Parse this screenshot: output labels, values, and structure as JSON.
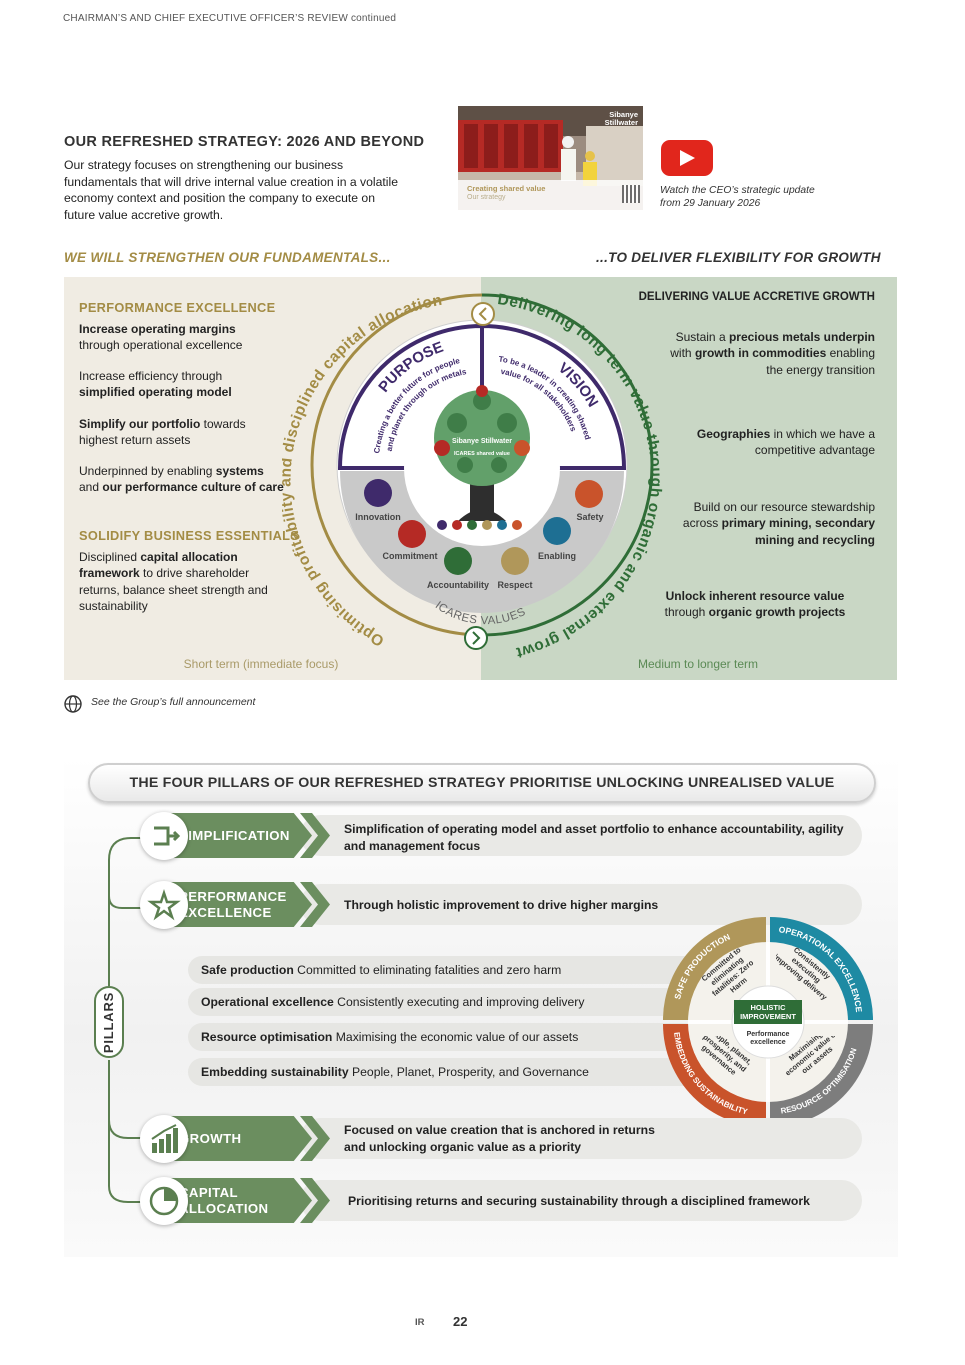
{
  "running_head": "CHAIRMAN’S AND CHIEF EXECUTIVE OFFICER’S REVIEW continued",
  "strategy": {
    "title": "OUR REFRESHED STRATEGY: 2026 AND BEYOND",
    "intro": "Our strategy focuses on strengthening our business fundamentals that will drive internal value creation in a volatile economy context and position the company to execute on future value accretive growth."
  },
  "video": {
    "brand": "Sibanye Stillwater",
    "caption_title": "Creating shared value",
    "caption_sub": "Our strategy",
    "watch_text": "Watch the CEO’s strategic update from 29 January 2026",
    "play_icon": "youtube-play-icon"
  },
  "headings": {
    "left": "WE WILL STRENGTHEN OUR FUNDAMENTALS...",
    "right": "...TO DELIVER FLEXIBILITY FOR GROWTH"
  },
  "left_panel": {
    "perf_title": "PERFORMANCE EXCELLENCE",
    "item1_bold": "Increase operating margins",
    "item1_rest": " through operational excellence",
    "item2_pre": "Increase efficiency through ",
    "item2_bold": "simplified operating model",
    "item3_bold": "Simplify our portfolio",
    "item3_rest": " towards highest return assets",
    "item4_pre": "Underpinned by enabling ",
    "item4_bold1": "systems",
    "item4_mid": " and ",
    "item4_bold2": "our performance culture of care",
    "solidify_title": "SOLIDIFY BUSINESS ESSENTIALS",
    "item5_pre": "Disciplined ",
    "item5_bold1": "capital allocation framework",
    "item5_rest": " to drive shareholder returns, balance sheet strength and sustainability",
    "term": "Short term (immediate focus)"
  },
  "right_panel": {
    "title": "DELIVERING VALUE ACCRETIVE GROWTH",
    "r1_pre": "Sustain a ",
    "r1_bold1": "precious metals underpin",
    "r1_mid": " with ",
    "r1_bold2": "growth in commodities",
    "r1_rest": " enabling the energy transition",
    "r2_bold": "Geographies",
    "r2_rest": " in which we have a competitive advantage",
    "r3_pre": "Build on our resource stewardship across ",
    "r3_bold1": "primary mining, secondary",
    "r3_bold2": "mining and recycling",
    "r4_bold": "Unlock inherent resource value",
    "r4_pre2": "through ",
    "r4_bold2": "organic growth projects",
    "term": "Medium to longer term"
  },
  "wheel": {
    "outer_left": "Optimising profitability and disciplined capital allocation",
    "outer_right": "Delivering long term value through organic and external growth",
    "purpose_title": "PURPOSE",
    "purpose_text1": "Creating a better future for people",
    "purpose_text2": "and planet through our metals",
    "vision_title": "VISION",
    "vision_text1": "To be a leader in creating shared",
    "vision_text2": "value for all stakeholders",
    "tree_brand": "Sibanye Stillwater",
    "tree_label": "ICARES shared value",
    "values": [
      "Innovation",
      "Commitment",
      "Accountability",
      "Respect",
      "Enabling",
      "Safety"
    ],
    "values_title": "ICARES VALUES"
  },
  "announcement": "See the Group’s full announcement",
  "pillars": {
    "banner": "THE FOUR PILLARS OF OUR REFRESHED STRATEGY PRIORITISE UNLOCKING UNREALISED VALUE",
    "side_label": "PILLARS",
    "simplification": {
      "label": "SIMPLIFICATION",
      "desc": "Simplification of operating model and asset portfolio to enhance accountability, agility and management focus"
    },
    "performance": {
      "label1": "PERFORMANCE",
      "label2": "EXCELLENCE",
      "desc": "Through holistic improvement to drive higher margins"
    },
    "sub_items": [
      {
        "bold": "Safe production",
        "text": " Committed to eliminating fatalities and zero harm"
      },
      {
        "bold": "Operational excellence",
        "text": " Consistently executing and improving delivery"
      },
      {
        "bold": "Resource optimisation",
        "text": " Maximising the economic value of our assets"
      },
      {
        "bold": "Embedding sustainability",
        "text": " People, Planet, Prosperity, and Governance"
      }
    ],
    "growth": {
      "label": "GROWTH",
      "desc": "Focused on value creation that is anchored in returns and unlocking organic value as a priority"
    },
    "capital": {
      "label1": "CAPITAL",
      "label2": "ALLOCATION",
      "desc": "Prioritising returns and securing sustainability through a disciplined framework"
    },
    "holistic": {
      "center1": "HOLISTIC",
      "center2": "IMPROVEMENT",
      "center3": "Performance",
      "center4": "excellence",
      "seg_safe": "SAFE PRODUCTION",
      "seg_safe_text": "Committed to eliminating fatalities: Zero Harm",
      "seg_oper": "OPERATIONAL EXCELLENCE",
      "seg_oper_text": "Consistently executing improving delivery",
      "seg_emb": "EMBEDDING SUSTAINABILITY",
      "seg_emb_text": "People, planet, prosperity, and governance",
      "seg_res": "RESOURCE OPTIMISATION",
      "seg_res_text": "Maximising economic value of our assets"
    }
  },
  "footer": {
    "ir": "IR",
    "page": "22"
  }
}
